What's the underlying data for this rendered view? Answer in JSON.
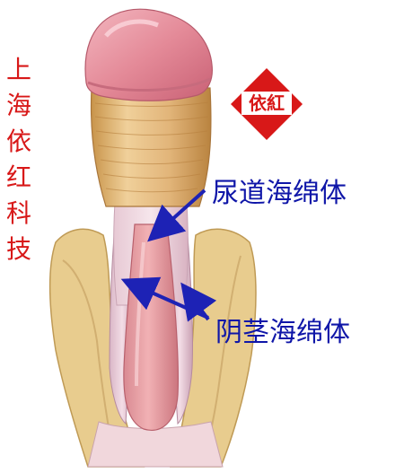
{
  "watermark": {
    "vertical_text": "上海依红科技",
    "logo_text": "依紅",
    "logo_color": "#d81818"
  },
  "labels": {
    "urethral": "尿道海绵体",
    "cavernosa": "阴茎海绵体"
  },
  "colors": {
    "label_text": "#0f16a8",
    "arrow": "#1d22b5"
  }
}
